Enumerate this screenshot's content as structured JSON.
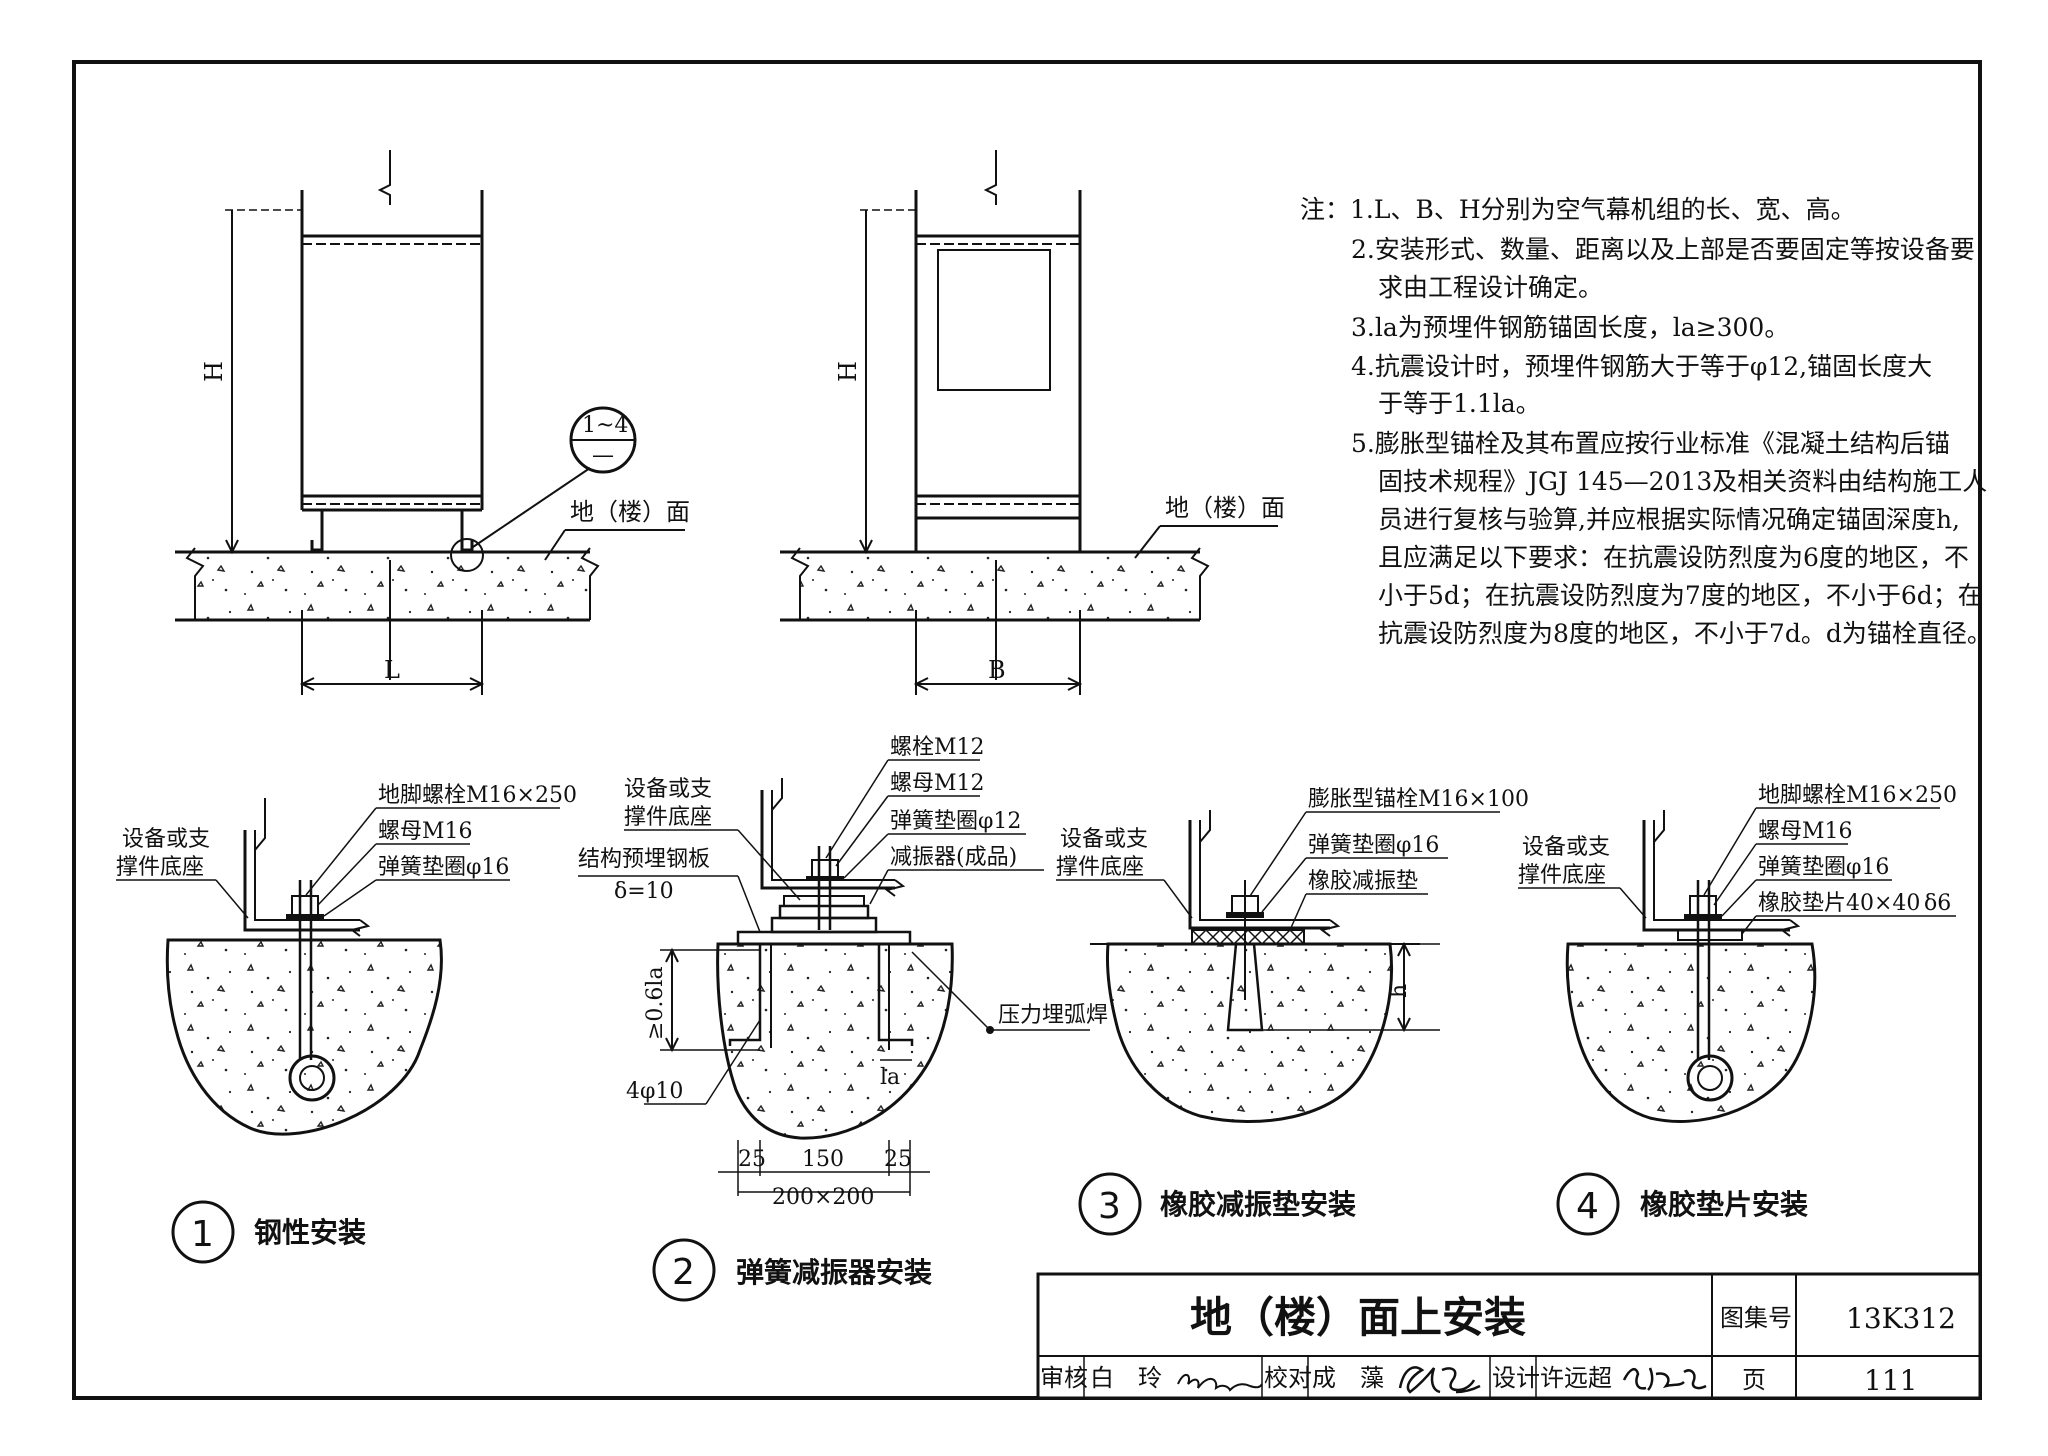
{
  "top_left": {
    "dim_height": "H",
    "dim_width": "L",
    "floor_label": "地（楼）面",
    "detail_ref_top": "1~4",
    "detail_ref_bottom": "—"
  },
  "top_middle": {
    "dim_height": "H",
    "dim_width": "B",
    "floor_label": "地（楼）面"
  },
  "notes": {
    "lines": [
      "注：1.L、B、H分别为空气幕机组的长、宽、高。",
      "2.安装形式、数量、距离以及上部是否要固定等按设备要",
      "求由工程设计确定。",
      "3.la为预埋件钢筋锚固长度，la≥300。",
      "4.抗震设计时，预埋件钢筋大于等于φ12,锚固长度大",
      "于等于1.1la。",
      "5.膨胀型锚栓及其布置应按行业标准《混凝土结构后锚",
      "固技术规程》JGJ 145—2013及相关资料由结构施工人",
      "员进行复核与验算,并应根据实际情况确定锚固深度h,",
      "且应满足以下要求：在抗震设防烈度为6度的地区，不",
      "小于5d；在抗震设防烈度为7度的地区，不小于6d；在",
      "抗震设防烈度为8度的地区，不小于7d。d为锚栓直径。"
    ]
  },
  "detail1": {
    "number": "1",
    "caption": "钢性安装",
    "label_base_1": "设备或支",
    "label_base_2": "撑件底座",
    "label_bolt": "地脚螺栓M16×250",
    "label_nut": "螺母M16",
    "label_washer": "弹簧垫圈φ16"
  },
  "detail2": {
    "number": "2",
    "caption": "弹簧减振器安装",
    "label_base_1": "设备或支",
    "label_base_2": "撑件底座",
    "label_plate": "结构预埋钢板",
    "label_plate_thk": "δ=10",
    "label_bolt": "螺栓M12",
    "label_nut": "螺母M12",
    "label_washer": "弹簧垫圈φ12",
    "label_damper": "减振器(成品)",
    "label_weld": "压力埋弧焊",
    "label_depth": "≥0.6la",
    "label_rebar": "4φ10",
    "label_la": "la",
    "dim_left": "25",
    "dim_mid": "150",
    "dim_right": "25",
    "dim_total": "200×200"
  },
  "detail3": {
    "number": "3",
    "caption": "橡胶减振垫安装",
    "label_base_1": "设备或支",
    "label_base_2": "撑件底座",
    "label_anchor": "膨胀型锚栓M16×100",
    "label_washer": "弹簧垫圈φ16",
    "label_pad": "橡胶减振垫",
    "label_h": "h"
  },
  "detail4": {
    "number": "4",
    "caption": "橡胶垫片安装",
    "label_base_1": "设备或支",
    "label_base_2": "撑件底座",
    "label_bolt": "地脚螺栓M16×250",
    "label_nut": "螺母M16",
    "label_washer": "弹簧垫圈φ16",
    "label_pad": "橡胶垫片40×40",
    "label_pad_thk": "δ6"
  },
  "title_block": {
    "title": "地（楼）面上安装",
    "atlas_label": "图集号",
    "atlas_no": "13K312",
    "page_label": "页",
    "page_no": "111",
    "review_label": "审核",
    "review_name": "白　玲",
    "check_label": "校对",
    "check_name": "成　藻",
    "design_label": "设计",
    "design_name": "许远超",
    "signature_review": "白玲",
    "signature_check": "成藻",
    "signature_design": "许远超"
  }
}
